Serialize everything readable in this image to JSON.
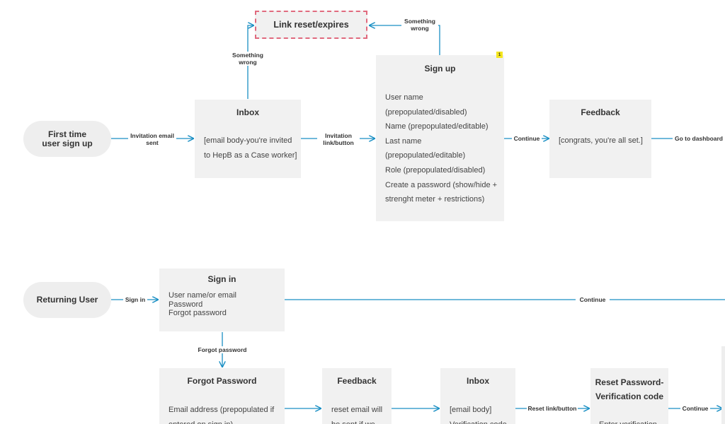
{
  "flow1": {
    "start": "First time\nuser sign up",
    "edge_invitation_sent": "Invitation email\nsent",
    "inbox_title": "Inbox",
    "inbox_body": "[email body-you're invited\nto HepB as a Case worker]",
    "edge_something_wrong_left": "Something\nwrong",
    "link_reset": "Link reset/expires",
    "edge_something_wrong_right": "Something\nwrong",
    "edge_invitation_link": "Invitation\nlink/button",
    "signup_title": "Sign up",
    "signup_badge": "1",
    "signup_body": "User name\n(prepopulated/disabled)\nName (prepopulated/editable)\nLast name\n(prepopulated/editable)\nRole (prepopulated/disabled)\nCreate a password (show/hide +\nstrenght meter + restrictions)",
    "edge_continue": "Continue",
    "feedback_title": "Feedback",
    "feedback_body": "[congrats, you're all set.]",
    "edge_dashboard": "Go to dashboard"
  },
  "flow2": {
    "start": "Returning User",
    "edge_sign_in": "Sign in",
    "signin_title": "Sign in",
    "signin_body": "User name/or email\nPassword\nForgot password",
    "edge_continue": "Continue",
    "edge_forgot": "Forgot password",
    "forgot_title": "Forgot Password",
    "forgot_body": "Email address (prepopulated if\nentered on sign in)",
    "feedback_title": "Feedback",
    "feedback_body": "reset email will\nbe sent if we",
    "inbox_title": "Inbox",
    "inbox_body": "[email body]\nVerification code",
    "edge_reset_link": "Reset link/button",
    "reset_title": "Reset Password-\nVerification code",
    "reset_body": "Enter verification",
    "edge_continue2": "Continue"
  },
  "colors": {
    "connector": "#1a8fc4",
    "highlight_border": "#e06a7e",
    "box_fill": "#f1f1f1",
    "badge": "#f5e61e"
  }
}
